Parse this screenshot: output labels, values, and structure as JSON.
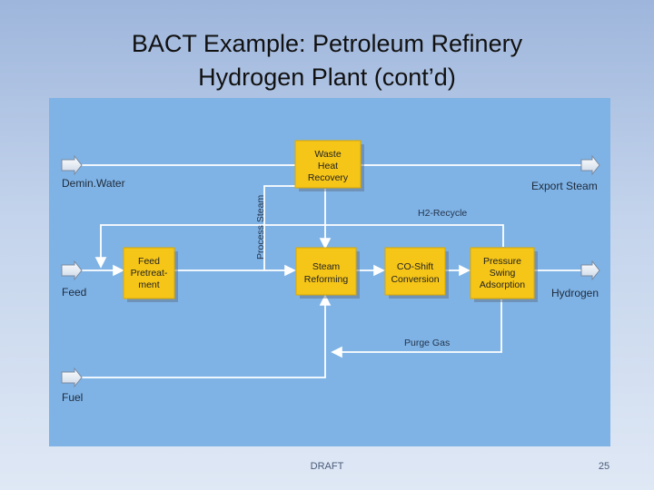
{
  "slide": {
    "title_line1": "BACT Example: Petroleum Refinery",
    "title_line2": "Hydrogen Plant (cont’d)",
    "footer": "DRAFT",
    "page_number": "25"
  },
  "diagram": {
    "boxes": {
      "waste_heat": [
        "Waste",
        "Heat",
        "Recovery"
      ],
      "feed_pretreat": [
        "Feed",
        "Pretreat-",
        "ment"
      ],
      "steam_reforming": [
        "Steam",
        "Reforming"
      ],
      "co_shift": [
        "CO-Shift",
        "Conversion"
      ],
      "psa": [
        "Pressure",
        "Swing",
        "Adsorption"
      ]
    },
    "labels": {
      "demin_water": "Demin.Water",
      "feed": "Feed",
      "fuel": "Fuel",
      "export_steam": "Export Steam",
      "hydrogen": "Hydrogen",
      "h2_recycle": "H2-Recycle",
      "purge_gas": "Purge Gas",
      "process_steam": "Process Steam"
    },
    "colors": {
      "panel_bg": "#7fb3e6",
      "box_fill": "#f5c518",
      "line": "#ffffff"
    }
  }
}
